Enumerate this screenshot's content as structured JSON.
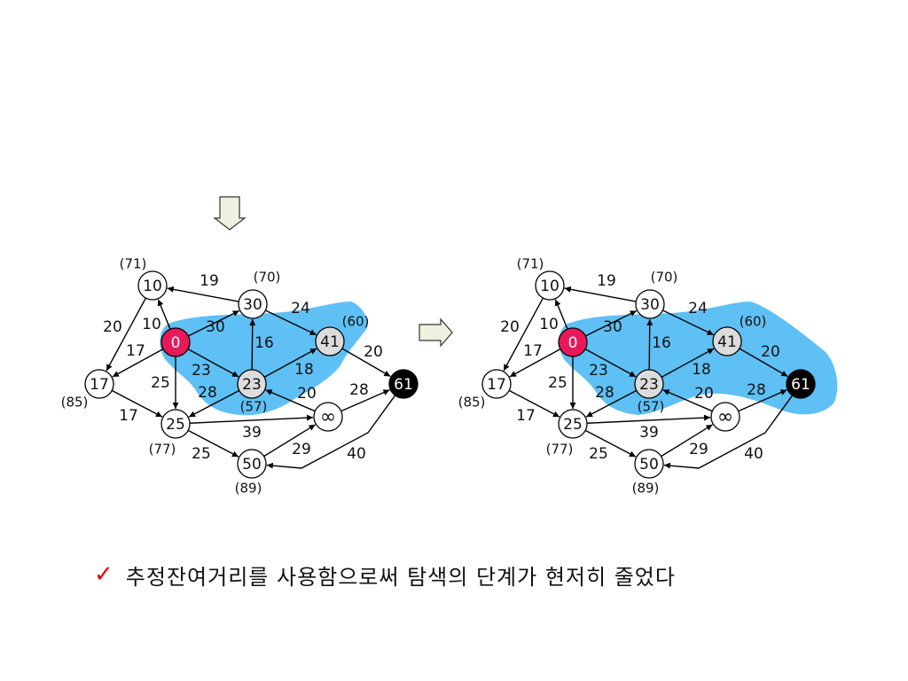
{
  "graph": {
    "nodes": [
      {
        "id": "n0",
        "label": "0",
        "style": "start"
      },
      {
        "id": "n10",
        "label": "10",
        "style": "white",
        "estimate": "(71)"
      },
      {
        "id": "n30",
        "label": "30",
        "style": "white",
        "estimate": "(70)"
      },
      {
        "id": "n17",
        "label": "17",
        "style": "white",
        "estimate": "(85)"
      },
      {
        "id": "n23",
        "label": "23",
        "style": "gray",
        "estimate": "(57)"
      },
      {
        "id": "n41",
        "label": "41",
        "style": "gray",
        "estimate": "(60)"
      },
      {
        "id": "n25",
        "label": "25",
        "style": "white",
        "estimate": "(77)"
      },
      {
        "id": "n50",
        "label": "50",
        "style": "white",
        "estimate": "(89)"
      },
      {
        "id": "ninf",
        "label": "∞",
        "style": "white"
      },
      {
        "id": "n61",
        "label": "61",
        "style": "goal"
      }
    ],
    "edges": [
      {
        "from": "n0",
        "to": "n10",
        "weight": "10"
      },
      {
        "from": "n0",
        "to": "n30",
        "weight": "30"
      },
      {
        "from": "n0",
        "to": "n17",
        "weight": "17"
      },
      {
        "from": "n0",
        "to": "n25",
        "weight": "25"
      },
      {
        "from": "n0",
        "to": "n23",
        "weight": "23"
      },
      {
        "from": "n30",
        "to": "n10",
        "weight": "19"
      },
      {
        "from": "n10",
        "to": "n17",
        "weight": "20"
      },
      {
        "from": "n30",
        "to": "n41",
        "weight": "24"
      },
      {
        "from": "n23",
        "to": "n30",
        "weight": "16"
      },
      {
        "from": "n23",
        "to": "n41",
        "weight": "18"
      },
      {
        "from": "n41",
        "to": "n61",
        "weight": "20"
      },
      {
        "from": "n23",
        "to": "n25",
        "weight": "28"
      },
      {
        "from": "ninf",
        "to": "n23",
        "weight": "20"
      },
      {
        "from": "n17",
        "to": "n25",
        "weight": "17"
      },
      {
        "from": "n25",
        "to": "ninf",
        "weight": "39"
      },
      {
        "from": "n25",
        "to": "n50",
        "weight": "25"
      },
      {
        "from": "n50",
        "to": "ninf",
        "weight": "29"
      },
      {
        "from": "ninf",
        "to": "n61",
        "weight": "28"
      },
      {
        "from": "n61",
        "to": "n50",
        "weight": "40"
      }
    ]
  },
  "panels": [
    {
      "id": "left",
      "highlight": "partial"
    },
    {
      "id": "right",
      "highlight": "extended"
    }
  ],
  "icons": {
    "down_arrow": "down-arrow-icon",
    "right_arrow": "right-arrow-icon",
    "check": "check-icon"
  },
  "colors": {
    "highlight": "#5ec0f5",
    "start_node": "#e8195a",
    "visited_node": "#dcdcdc",
    "goal_node": "#000000",
    "arrow_fill": "#f0f0e0",
    "check": "#ee0000"
  },
  "caption": {
    "check_glyph": "✓",
    "text": "추정잔여거리를 사용함으로써 탐색의 단계가 현저히 줄었다"
  }
}
